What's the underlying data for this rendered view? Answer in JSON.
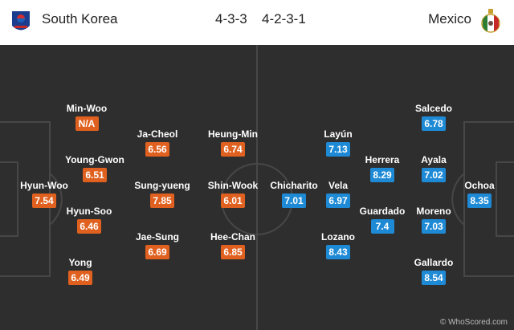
{
  "header": {
    "home_team": "South Korea",
    "home_formation": "4-3-3",
    "away_formation": "4-2-3-1",
    "away_team": "Mexico"
  },
  "colors": {
    "home_rating": "#e0611f",
    "away_rating": "#1e8ad6",
    "pitch": "#2e2e2e",
    "pitch_lines": "#474747"
  },
  "home_players": [
    {
      "name": "Min-Woo",
      "rating": "N/A"
    },
    {
      "name": "Young-Gwon",
      "rating": "6.51"
    },
    {
      "name": "Hyun-Woo",
      "rating": "7.54"
    },
    {
      "name": "Hyun-Soo",
      "rating": "6.46"
    },
    {
      "name": "Yong",
      "rating": "6.49"
    },
    {
      "name": "Ja-Cheol",
      "rating": "6.56"
    },
    {
      "name": "Sung-yueng",
      "rating": "7.85"
    },
    {
      "name": "Jae-Sung",
      "rating": "6.69"
    },
    {
      "name": "Heung-Min",
      "rating": "6.74"
    },
    {
      "name": "Shin-Wook",
      "rating": "6.01"
    },
    {
      "name": "Hee-Chan",
      "rating": "6.85"
    }
  ],
  "away_players": [
    {
      "name": "Chicharito",
      "rating": "7.01"
    },
    {
      "name": "Layún",
      "rating": "7.13"
    },
    {
      "name": "Vela",
      "rating": "6.97"
    },
    {
      "name": "Lozano",
      "rating": "8.43"
    },
    {
      "name": "Herrera",
      "rating": "8.29"
    },
    {
      "name": "Guardado",
      "rating": "7.4"
    },
    {
      "name": "Salcedo",
      "rating": "6.78"
    },
    {
      "name": "Ayala",
      "rating": "7.02"
    },
    {
      "name": "Moreno",
      "rating": "7.03"
    },
    {
      "name": "Gallardo",
      "rating": "8.54"
    },
    {
      "name": "Ochoa",
      "rating": "8.35"
    }
  ],
  "credit": "© WhoScored.com"
}
